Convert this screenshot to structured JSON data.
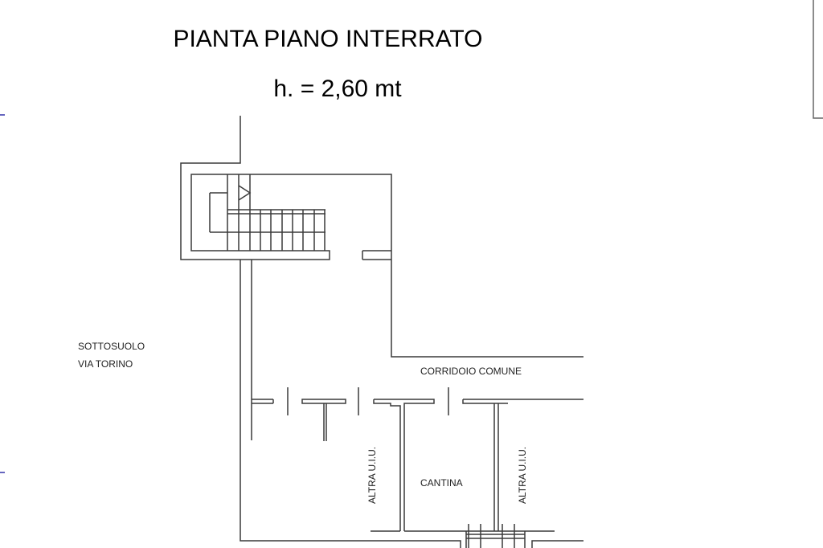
{
  "title": "PIANTA PIANO INTERRATO",
  "height_label": "h. = 2,60 mt",
  "labels": {
    "sottosuolo": "SOTTOSUOLO",
    "via": "VIA TORINO",
    "corridoio": "CORRIDOIO COMUNE",
    "altra_left": "ALTRA U.I.U.",
    "cantina": "CANTINA",
    "altra_right": "ALTRA U.I.U."
  },
  "colors": {
    "line": "#333333",
    "accent": "#3333aa"
  }
}
